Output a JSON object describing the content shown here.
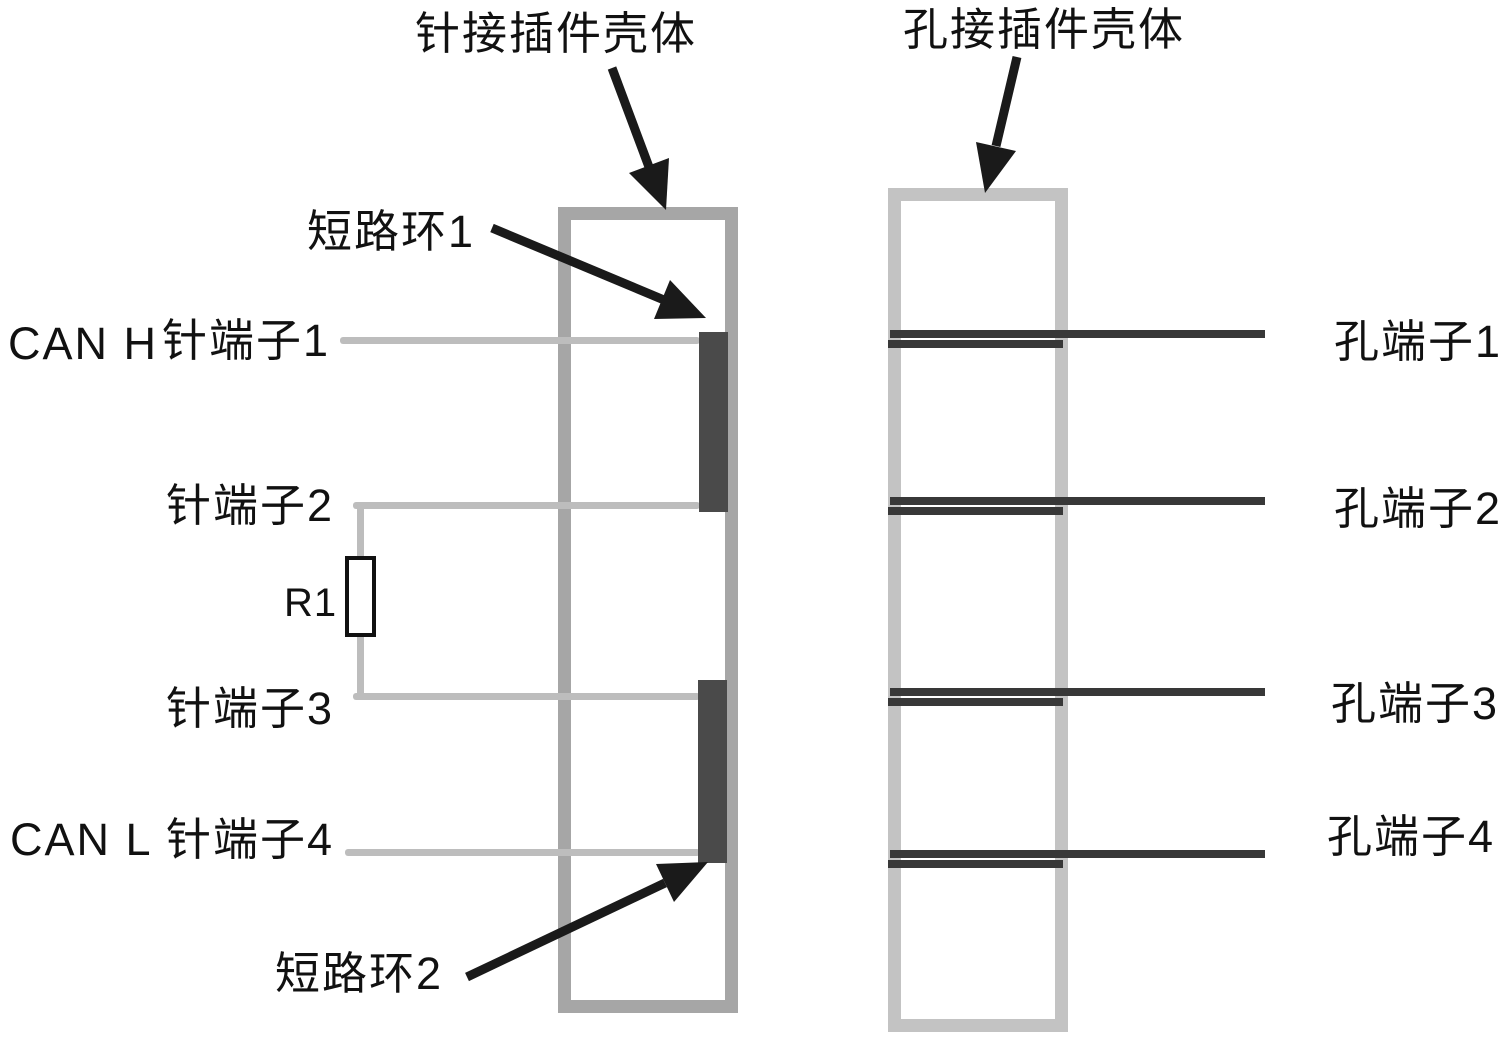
{
  "diagram": {
    "title_left": "针接插件壳体",
    "title_right": "孔接插件壳体",
    "short_rings": [
      "短路环1",
      "短路环2"
    ],
    "bus_labels": {
      "high": "CAN H",
      "low": "CAN L"
    },
    "resistor": "R1",
    "pin_terminals": [
      "针端子1",
      "针端子2",
      "针端子3",
      "针端子4"
    ],
    "socket_terminals": [
      "孔端子1",
      "孔端子2",
      "孔端子3",
      "孔端子4"
    ],
    "colors": {
      "background": "#ffffff",
      "pin_housing_border": "#a6a6a6",
      "socket_housing_border": "#c3c3c3",
      "pin_terminal_line": "#bdbdbd",
      "short_ring_bar": "#4a4a4a",
      "socket_terminal_line": "#383838",
      "arrow": "#1a1a1a",
      "text": "#111111"
    }
  }
}
